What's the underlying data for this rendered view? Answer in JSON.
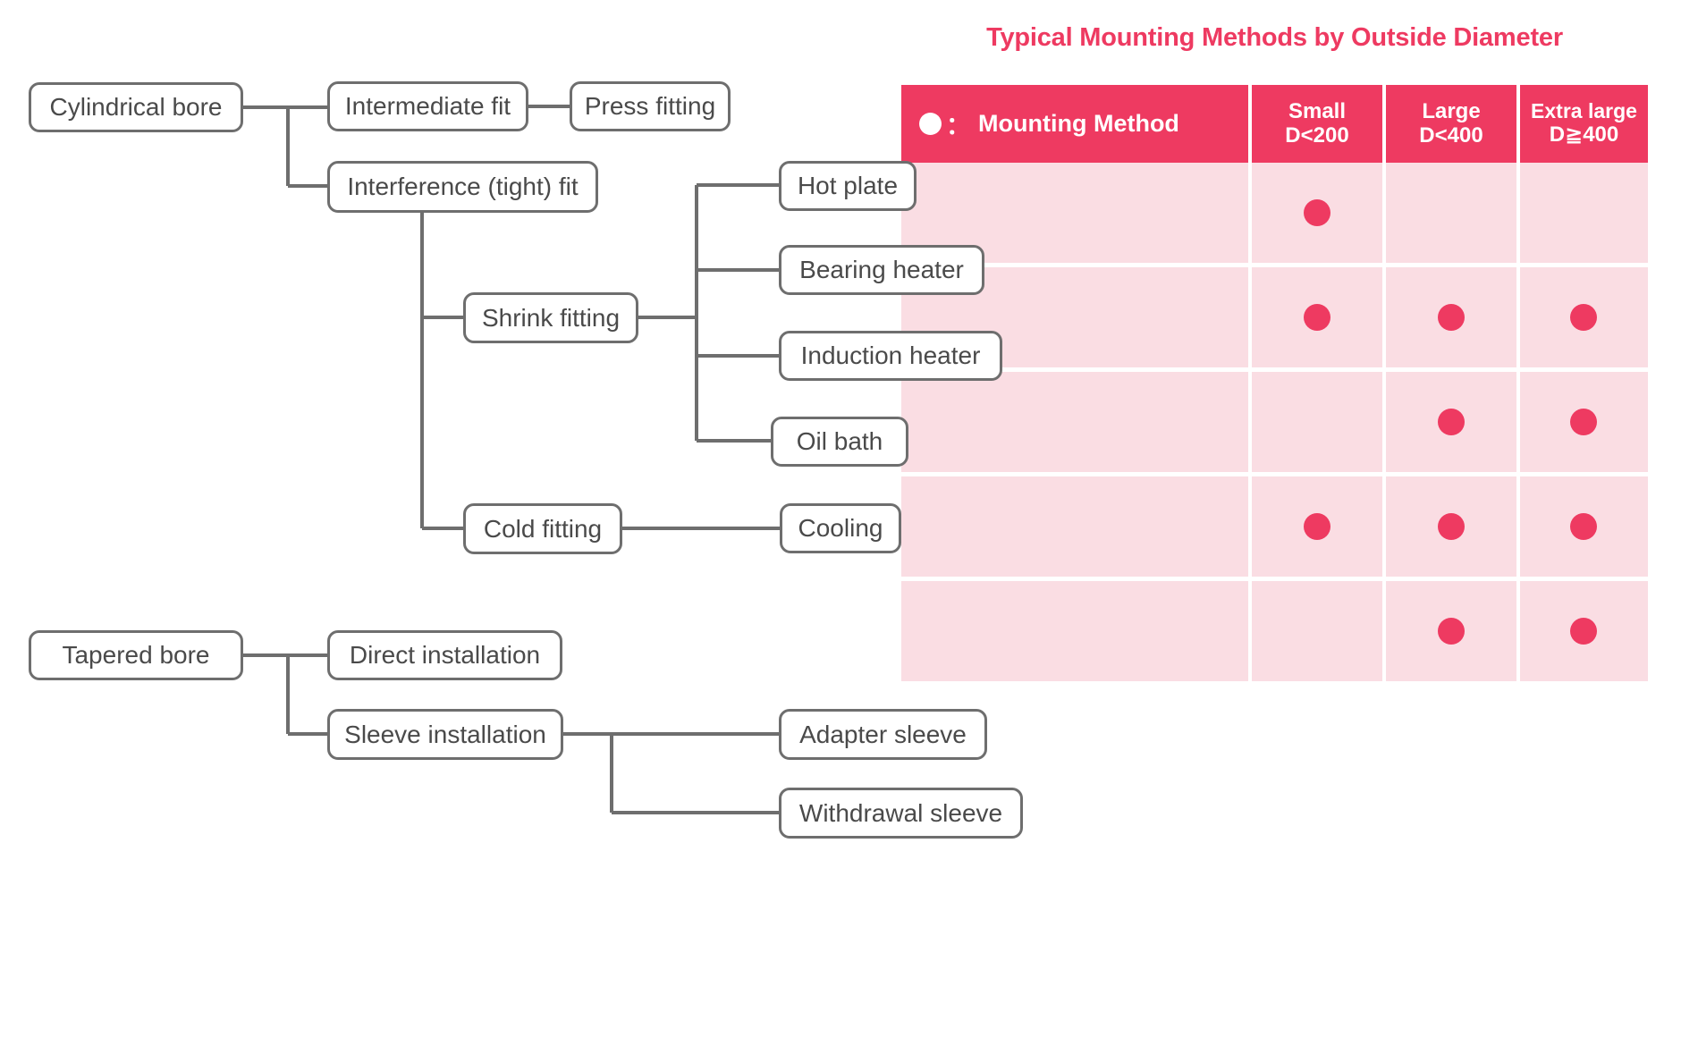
{
  "table": {
    "title": "Typical Mounting Methods by Outside Diameter",
    "legend_label": "Mounting Method",
    "legend_colon": "：",
    "legend_dot_icon": "filled-circle",
    "columns": [
      {
        "l1": "Small",
        "l2": "D<200"
      },
      {
        "l1": "Large",
        "l2": "D<400"
      },
      {
        "l1": "Extra large",
        "l2": "D≧400"
      }
    ],
    "rows": [
      {
        "method": "Hot plate",
        "small": true,
        "large": false,
        "extra_large": false
      },
      {
        "method": "Bearing heater",
        "small": true,
        "large": true,
        "extra_large": true
      },
      {
        "method": "Induction heater",
        "small": false,
        "large": true,
        "extra_large": true
      },
      {
        "method": "Oil bath",
        "small": true,
        "large": true,
        "extra_large": true
      },
      {
        "method": "Cooling",
        "small": false,
        "large": true,
        "extra_large": true
      }
    ]
  },
  "tree_cylindrical": {
    "root": "Cylindrical bore",
    "intermediate_fit": "Intermediate fit",
    "press_fitting": "Press fitting",
    "interference_fit": "Interference (tight) fit",
    "shrink_fitting": "Shrink fitting",
    "cold_fitting": "Cold fitting"
  },
  "tree_tapered": {
    "root": "Tapered bore",
    "direct_installation": "Direct installation",
    "sleeve_installation": "Sleeve installation",
    "adapter_sleeve": "Adapter sleeve",
    "withdrawal_sleeve": "Withdrawal sleeve"
  },
  "colors": {
    "accent": "#EE3A61",
    "table_body": "#FADDE3",
    "node_border": "#6E6E6E",
    "node_text": "#4A4A4A"
  }
}
